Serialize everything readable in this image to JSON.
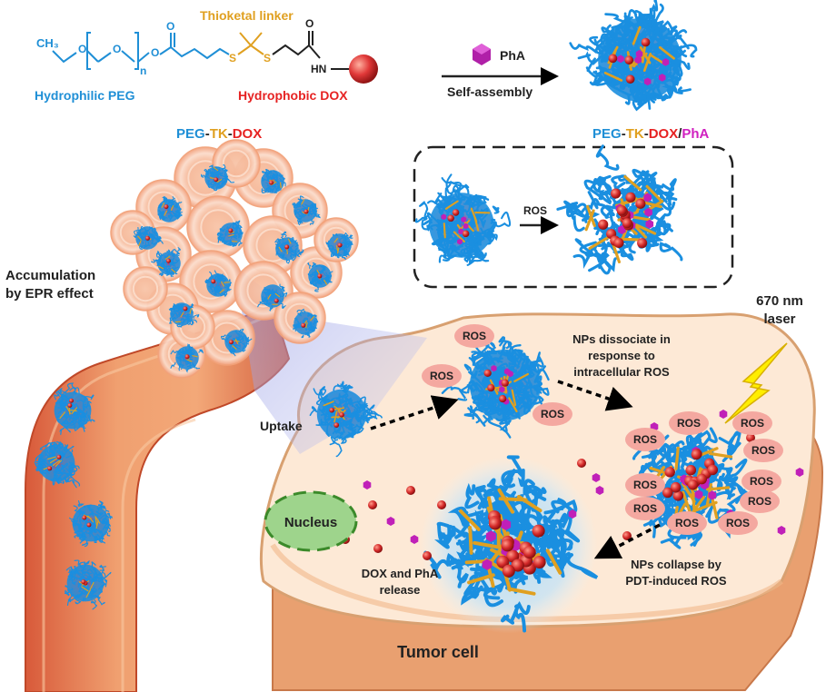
{
  "chemistry": {
    "ch3": "CH₃",
    "o1": "O",
    "o2": "O",
    "o3": "O",
    "o_carbonyl1": "O",
    "o_carbonyl2": "O",
    "n_sub": "n",
    "s1": "S",
    "s2": "S",
    "hn": "HN",
    "linker_label": "Thioketal linker",
    "peg_label": "Hydrophilic PEG",
    "dox_label": "Hydrophobic DOX"
  },
  "assembly": {
    "reagent": "PhA",
    "process": "Self-assembly"
  },
  "names": {
    "left": {
      "peg": "PEG",
      "dash1": "-",
      "tk": "TK",
      "dash2": "-",
      "dox": "DOX"
    },
    "right": {
      "peg": "PEG",
      "dash1": "-",
      "tk": "TK",
      "dash2": "-",
      "dox": "DOX",
      "slash": "/",
      "pha": "PhA"
    }
  },
  "inset": {
    "ros": "ROS"
  },
  "labels": {
    "epr_line1": "Accumulation",
    "epr_line2": "by EPR effect",
    "uptake": "Uptake",
    "laser_line1": "670 nm",
    "laser_line2": "laser",
    "dissociate_line1": "NPs dissociate in",
    "dissociate_line2": "response to",
    "dissociate_line3": "intracellular ROS",
    "nucleus": "Nucleus",
    "release_line1": "DOX and PhA",
    "release_line2": "release",
    "collapse_line1": "NPs collapse by",
    "collapse_line2": "PDT-induced ROS",
    "tumor_cell": "Tumor cell"
  },
  "ros_badges": [
    "ROS",
    "ROS",
    "ROS",
    "ROS",
    "ROS",
    "ROS",
    "ROS",
    "ROS",
    "ROS",
    "ROS",
    "ROS",
    "ROS",
    "ROS"
  ],
  "colors": {
    "peg_blue": "#1f8fd6",
    "tk_orange": "#e0a020",
    "dox_red": "#e62222",
    "pha_magenta": "#d020c0",
    "ros_pink": "#f4a8a0",
    "cell_fill": "#fde9d6",
    "cell_base": "#e9a070",
    "nucleus_green": "#9ed48c",
    "laser_yellow": "#ffee00"
  }
}
